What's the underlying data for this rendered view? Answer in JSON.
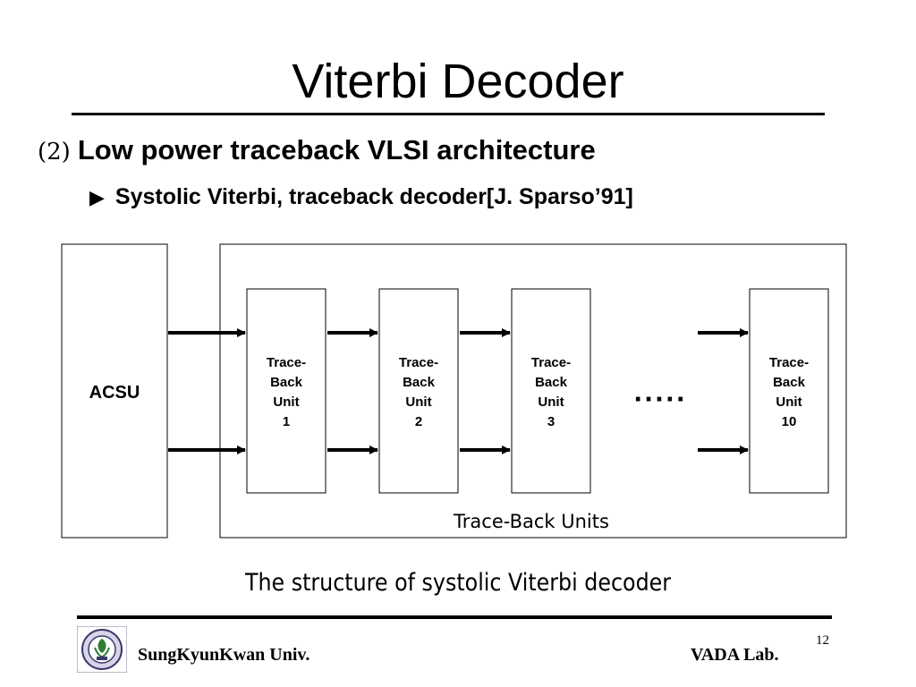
{
  "slide": {
    "title": "Viterbi Decoder",
    "heading_number": "(2)",
    "heading": "Low power  traceback VLSI architecture",
    "bullet_marker": "▶",
    "subheading": "Systolic Viterbi, traceback decoder[J. Sparso’91]"
  },
  "diagram": {
    "acsu_label": "ACSU",
    "units": [
      {
        "line1": "Trace-",
        "line2": "Back",
        "line3": "Unit",
        "line4": "1"
      },
      {
        "line1": "Trace-",
        "line2": "Back",
        "line3": "Unit",
        "line4": "2"
      },
      {
        "line1": "Trace-",
        "line2": "Back",
        "line3": "Unit",
        "line4": "3"
      },
      {
        "line1": "Trace-",
        "line2": "Back",
        "line3": "Unit",
        "line4": "10"
      }
    ],
    "ellipsis": "·····",
    "group_label": "Trace-Back Units",
    "caption": "The structure of systolic Viterbi decoder"
  },
  "footer": {
    "university": "SungKyunKwan Univ.",
    "lab": "VADA Lab.",
    "page_number": "12",
    "logo_icon": "university-seal-icon"
  }
}
